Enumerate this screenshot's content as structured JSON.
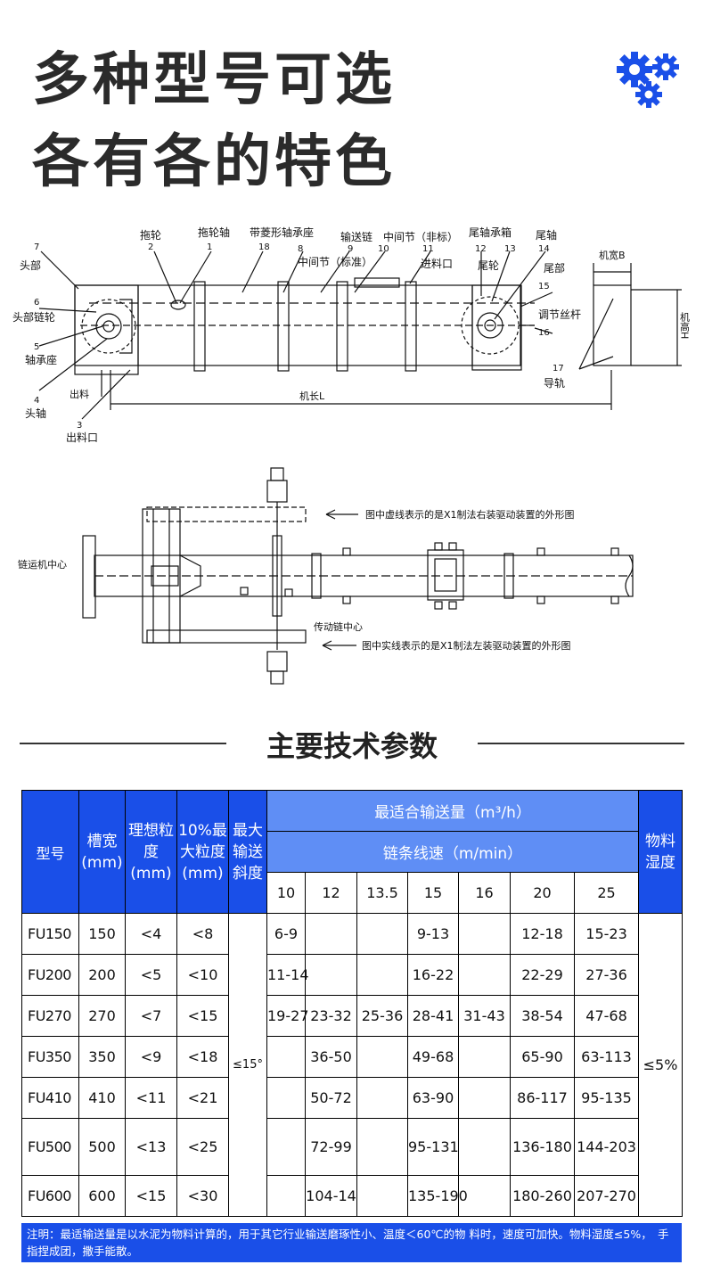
{
  "headline": {
    "line1": "多种型号可选",
    "line2": "各有各的特色"
  },
  "drawing1": {
    "labels": {
      "tuolun": "拖轮",
      "tuolunzhou": "拖轮轴",
      "daileng": "带菱形轴承座",
      "shusonglian": "输送链",
      "zhongjianjie_feibiao": "中间节（非标）",
      "weizhou_chengxiang": "尾轴承箱",
      "weizhou": "尾轴",
      "toubu": "头部",
      "zhongjianjie_biaozhun": "中间节（标准）",
      "jinliaokou": "进料口",
      "weilun": "尾轮",
      "weibu": "尾部",
      "toubu_lianlun": "头部链轮",
      "zhouchengzuo": "轴承座",
      "tiaojie_sigan": "调节丝杆",
      "daogui": "导轨",
      "chuliao": "出料",
      "touzhou": "头轴",
      "chuliaokou": "出料口",
      "jichang": "机长L",
      "jikuan": "机宽B",
      "jigao": "机高H"
    },
    "numbers": [
      "1",
      "2",
      "3",
      "4",
      "5",
      "6",
      "7",
      "8",
      "9",
      "10",
      "11",
      "12",
      "13",
      "14",
      "15",
      "16",
      "17",
      "18"
    ]
  },
  "drawing2": {
    "note_top": "图中虚线表示的是X1制法右装驱动装置的外形图",
    "note_bottom": "图中实线表示的是X1制法左装驱动装置的外形图",
    "label_center": "链运机中心",
    "label_drive": "传动链中心"
  },
  "section_title": "主要技术参数",
  "table": {
    "headers": {
      "model": "型号",
      "width": "槽宽(mm)",
      "ideal": "理想粒度(mm)",
      "max10": "10%最大粒度(mm)",
      "incline": "最大输送斜度",
      "capacity": "最适合输送量（m³/h）",
      "speed": "链条线速（m/min）",
      "humidity": "物料湿度"
    },
    "speeds": [
      "10",
      "12",
      "13.5",
      "15",
      "16",
      "20",
      "25"
    ],
    "incline_value": "≤15°",
    "humidity_value": "≤5%",
    "rows": [
      {
        "model": "FU150",
        "width": "150",
        "ideal": "<4",
        "max10": "<8",
        "v10": "6-9",
        "v12": "",
        "v13_5": "",
        "v15": "9-13",
        "v16": "",
        "v20": "12-18",
        "v25": "15-23"
      },
      {
        "model": "FU200",
        "width": "200",
        "ideal": "<5",
        "max10": "<10",
        "v10": "11-14",
        "v12": "",
        "v13_5": "",
        "v15": "16-22",
        "v16": "",
        "v20": "22-29",
        "v25": "27-36"
      },
      {
        "model": "FU270",
        "width": "270",
        "ideal": "<7",
        "max10": "<15",
        "v10": "19-27",
        "v12": "23-32",
        "v13_5": "25-36",
        "v15": "28-41",
        "v16": "31-43",
        "v20": "38-54",
        "v25": "47-68"
      },
      {
        "model": "FU350",
        "width": "350",
        "ideal": "<9",
        "max10": "<18",
        "v10": "",
        "v12": "36-50",
        "v13_5": "",
        "v15": "49-68",
        "v16": "",
        "v20": "65-90",
        "v25": "63-113"
      },
      {
        "model": "FU410",
        "width": "410",
        "ideal": "<11",
        "max10": "<21",
        "v10": "",
        "v12": "50-72",
        "v13_5": "",
        "v15": "63-90",
        "v16": "",
        "v20": "86-117",
        "v25": "95-135"
      },
      {
        "model": "FU500",
        "width": "500",
        "ideal": "<13",
        "max10": "<25",
        "v10": "",
        "v12": "72-99",
        "v13_5": "",
        "v15": "95-131",
        "v16": "",
        "v20": "136-180",
        "v25": "144-203"
      },
      {
        "model": "FU600",
        "width": "600",
        "ideal": "<15",
        "max10": "<30",
        "v10": "",
        "v12": "104-14",
        "v13_5": "",
        "v15": "135-190",
        "v16": "",
        "v20": "180-260",
        "v25": "207-270"
      }
    ]
  },
  "note": "注明：最适输送量是以水泥为物料计算的，用于其它行业输送磨琢性小、温度＜60℃的物 料时，速度可加快。物料湿度≤5%，　手指捏成团，撒手能散。",
  "colors": {
    "blue": "#1a4fe8",
    "light_blue": "#5f8ef5",
    "text": "#2b2b2b"
  },
  "icons": [
    "gears-icon"
  ]
}
